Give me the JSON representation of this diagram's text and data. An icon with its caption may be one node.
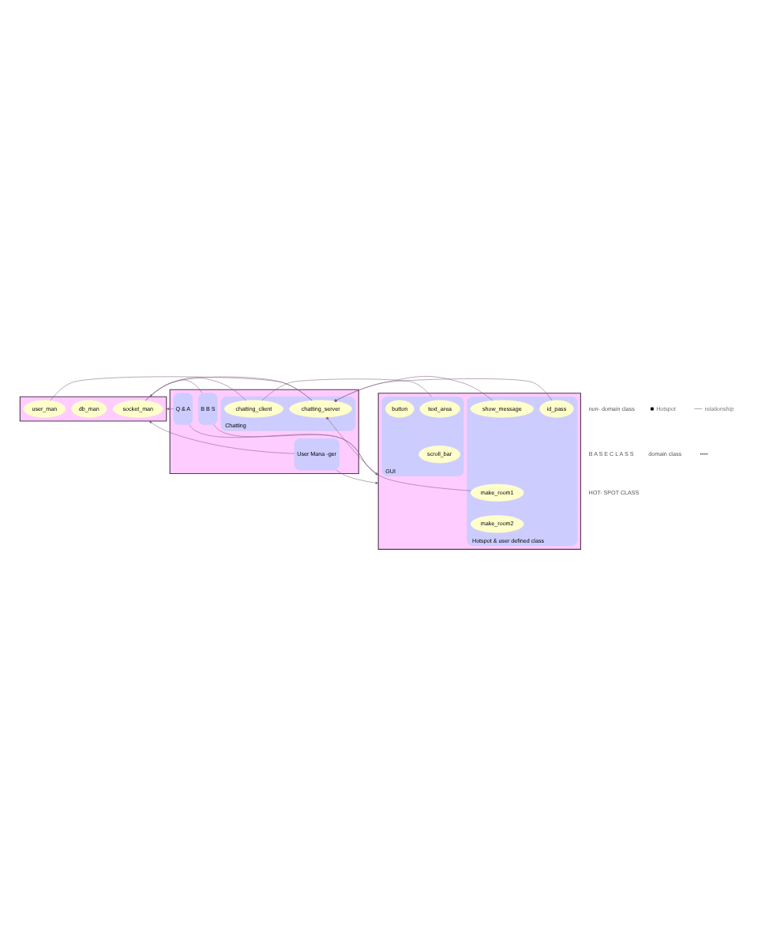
{
  "diagram": {
    "nodes": [
      {
        "text": [],
        "shape": "box"
      },
      {
        "text": [
          "socket_man"
        ],
        "in": 0
      },
      {
        "text": [
          "db_man"
        ],
        "in": 0
      },
      {
        "text": [
          "user_man"
        ],
        "in": 0
      },
      {
        "text": [],
        "shape": "box"
      },
      {
        "text": [
          "Chatting"
        ],
        "in": 4
      },
      {
        "text": [
          "chatting_server"
        ],
        "in": 5
      },
      {
        "text": [
          "chatting_client"
        ],
        "in": 5
      },
      {
        "text": [
          "User Mana -ger"
        ],
        "in": 4
      },
      {
        "text": [
          "B B S"
        ],
        "in": 4
      },
      {
        "text": [
          "Q & A"
        ],
        "in": 4
      },
      {
        "text": [],
        "shape": "box"
      },
      {
        "text": [
          "Hotspot & user defined class"
        ],
        "in": 11
      },
      {
        "text": [
          "make_room1"
        ],
        "in": 12
      },
      {
        "text": [
          "id_pass"
        ],
        "in": 12
      },
      {
        "text": [
          "make_room2"
        ],
        "in": 12
      },
      {
        "text": [
          "show_message"
        ],
        "in": 12
      },
      {
        "text": [
          "GUI"
        ],
        "in": 11
      },
      {
        "text": [
          "text_area"
        ],
        "in": 17
      },
      {
        "text": [
          "button"
        ],
        "in": 17
      },
      {
        "text": [
          "scroll_bar"
        ],
        "in": 17
      }
    ],
    "edges": [
      {
        "from": 6,
        "to": 1,
        "arrow": "none"
      },
      {
        "from": 7,
        "to": 1,
        "arrow": "none"
      },
      {
        "from": 6,
        "to": 3,
        "arrow": "none"
      },
      {
        "from": 8,
        "to": 0,
        "arrow": "to"
      },
      {
        "from": 9,
        "to": 0,
        "arrow": "to"
      },
      {
        "from": 10,
        "to": 0,
        "arrow": "to"
      },
      {
        "from": 6,
        "to": 13,
        "arrow": "other"
      },
      {
        "from": 6,
        "to": 16,
        "arrow": "other"
      },
      {
        "from": 6,
        "to": 14,
        "arrow": "other"
      },
      {
        "from": 8,
        "to": 11,
        "arrow": "to"
      },
      {
        "from": 9,
        "to": 11,
        "arrow": "to"
      },
      {
        "from": 10,
        "to": 11,
        "arrow": "to"
      },
      {
        "from": 7,
        "to": 17,
        "arrow": "none"
      }
    ],
    "labels": [
      "non- domain class",
      "B A S E C L A S S",
      "domain class",
      "••••",
      "HOT- SPOT CLASS"
    ],
    "legend": [
      {
        "text": "Hotspot"
      },
      {
        "text": "relationship"
      }
    ]
  }
}
